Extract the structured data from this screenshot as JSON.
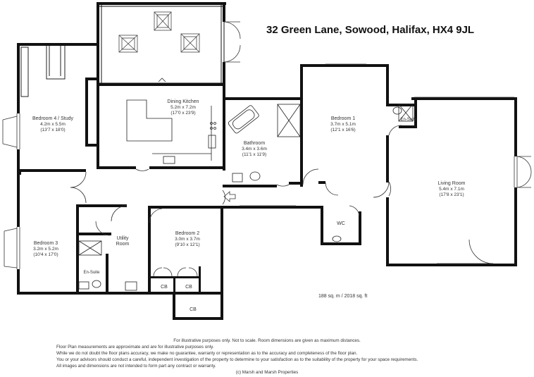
{
  "address": "32 Green Lane, Sowood, Halifax, HX4 9JL",
  "total_area": "188 sq. m  /  2018 sq. ft",
  "rooms": {
    "dining_kitchen": {
      "name": "Dining Kitchen",
      "dim_m": "5.2m x 7.2m",
      "dim_ft": "(17'0 x 23'9)"
    },
    "bedroom4": {
      "name": "Bedroom 4 / Study",
      "dim_m": "4.2m x 5.5m",
      "dim_ft": "(13'7 x 18'0)"
    },
    "bathroom": {
      "name": "Bathroom",
      "dim_m": "3.4m x 3.6m",
      "dim_ft": "(11'1 x 11'9)"
    },
    "bedroom1": {
      "name": "Bedroom 1",
      "dim_m": "3.7m x 5.1m",
      "dim_ft": "(12'1 x 16'6)"
    },
    "living_room": {
      "name": "Living Room",
      "dim_m": "5.4m x 7.1m",
      "dim_ft": "(17'8 x 23'1)"
    },
    "bedroom3": {
      "name": "Bedroom 3",
      "dim_m": "3.2m x 5.2m",
      "dim_ft": "(10'4 x 17'0)"
    },
    "utility": {
      "line1": "Utility",
      "line2": "Room"
    },
    "bedroom2": {
      "name": "Bedroom 2",
      "dim_m": "3.0m x 3.7m",
      "dim_ft": "(9'10 x 12'1)"
    },
    "ensuite_bed3": "En-Suite",
    "ensuite_bed1": "En-Suite",
    "wc": "WC",
    "cupboards": [
      "CB",
      "CB",
      "CB"
    ]
  },
  "disclaimer": [
    "For illustrative purposes only.  Not to scale.  Room dimensions are given as maximum distances.",
    "Floor Plan measurements are approximate and are for illustrative purposes only.",
    "While we do not doubt the floor plans accuracy, we make no guarantee, warranty or representation as to the accuracy and completeness of the floor plan.",
    "You or your advisors should conduct a careful, independent investigation of the property to determine to your satisfaction as to the suitability of the property for your space requirements.",
    "All images and dimensions are not intended to form part any contract or warranty.",
    "(c) Marsh and Marsh Properties"
  ]
}
